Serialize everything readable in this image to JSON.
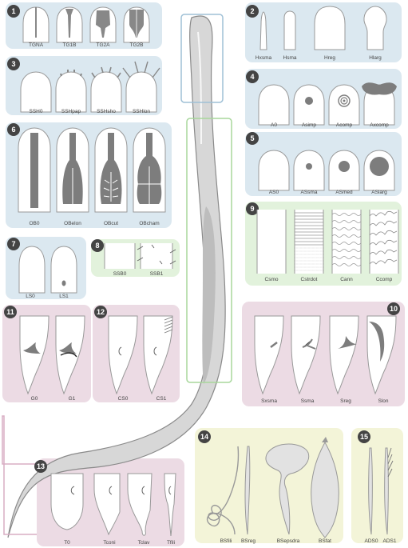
{
  "colors": {
    "blue_panel": "#dbe8f0",
    "green_panel": "#e2f2dc",
    "pink_panel": "#ecdbe4",
    "yellow_panel": "#f3f4d8",
    "worm_fill": "#d7d7d7",
    "worm_outline": "#8a8a8a",
    "feature_gray": "#7d7d7d",
    "badge": "#444444"
  },
  "panels": [
    {
      "number": "1",
      "labels": [
        "TGNA",
        "TG1B",
        "TG2A",
        "TG2B"
      ]
    },
    {
      "number": "2",
      "labels": [
        "Hxsma",
        "Hsma",
        "Hreg",
        "Hlarg"
      ]
    },
    {
      "number": "3",
      "labels": [
        "SSH0",
        "SSHpap",
        "SSHsho",
        "SSHlon"
      ]
    },
    {
      "number": "4",
      "labels": [
        "A0",
        "Asimp",
        "Acomp",
        "Axcomp"
      ]
    },
    {
      "number": "5",
      "labels": [
        "AS0",
        "ASsma",
        "ASmed",
        "ASlarg"
      ]
    },
    {
      "number": "6",
      "labels": [
        "OB0",
        "OBelon",
        "OBcut",
        "OBcham"
      ]
    },
    {
      "number": "7",
      "labels": [
        "LS0",
        "LS1"
      ]
    },
    {
      "number": "8",
      "labels": [
        "SSB0",
        "SSB1"
      ]
    },
    {
      "number": "9",
      "labels": [
        "Csmo",
        "Cstrdot",
        "Cann",
        "Ccomp"
      ]
    },
    {
      "number": "10",
      "labels": [
        "Sxsma",
        "Ssma",
        "Sreg",
        "Slon"
      ]
    },
    {
      "number": "11",
      "labels": [
        "G0",
        "G1"
      ]
    },
    {
      "number": "12",
      "labels": [
        "CS0",
        "CS1"
      ]
    },
    {
      "number": "13",
      "labels": [
        "T0",
        "Tconi",
        "Tclav",
        "Tfili"
      ]
    },
    {
      "number": "14",
      "labels": [
        "BSfili",
        "BSreg",
        "BSepsdra",
        "BSfat"
      ]
    },
    {
      "number": "15",
      "labels": [
        "ADS0",
        "ADS1"
      ]
    }
  ]
}
